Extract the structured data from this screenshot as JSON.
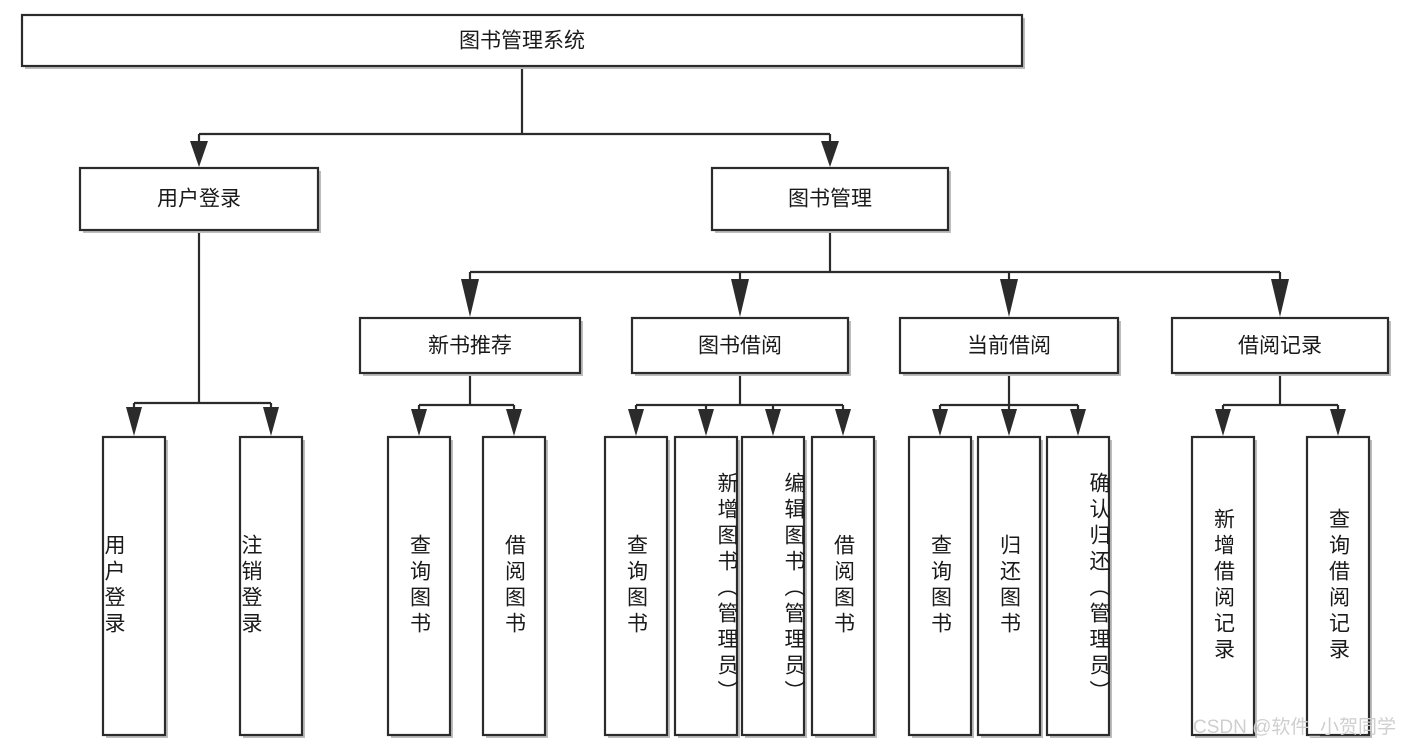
{
  "diagram": {
    "type": "tree",
    "title": "图书管理系统",
    "root": {
      "id": "root",
      "label": "图书管理系统"
    },
    "level2": [
      {
        "id": "user-login",
        "label": "用户登录"
      },
      {
        "id": "book-manage",
        "label": "图书管理"
      }
    ],
    "level3": [
      {
        "id": "new-book-recommend",
        "label": "新书推荐"
      },
      {
        "id": "book-borrow",
        "label": "图书借阅"
      },
      {
        "id": "current-borrow",
        "label": "当前借阅"
      },
      {
        "id": "borrow-record",
        "label": "借阅记录"
      }
    ],
    "leaves": [
      {
        "id": "leaf-user-login",
        "label": "用户登录",
        "parent": "user-login"
      },
      {
        "id": "leaf-logout-login",
        "label": "注销登录",
        "parent": "user-login"
      },
      {
        "id": "leaf-query-book-1",
        "label": "查询图书",
        "parent": "new-book-recommend"
      },
      {
        "id": "leaf-borrow-book-1",
        "label": "借阅图书",
        "parent": "new-book-recommend"
      },
      {
        "id": "leaf-query-book-2",
        "label": "查询图书",
        "parent": "book-borrow"
      },
      {
        "id": "leaf-add-book",
        "label": "新增图书（管理员）",
        "parent": "book-borrow"
      },
      {
        "id": "leaf-edit-book",
        "label": "编辑图书（管理员）",
        "parent": "book-borrow"
      },
      {
        "id": "leaf-borrow-book-2",
        "label": "借阅图书",
        "parent": "book-borrow"
      },
      {
        "id": "leaf-query-book-3",
        "label": "查询图书",
        "parent": "current-borrow"
      },
      {
        "id": "leaf-return-book",
        "label": "归还图书",
        "parent": "current-borrow"
      },
      {
        "id": "leaf-confirm-return",
        "label": "确认归还（管理员）",
        "parent": "current-borrow"
      },
      {
        "id": "leaf-add-record",
        "label": "新增借阅记录",
        "parent": "borrow-record"
      },
      {
        "id": "leaf-query-record",
        "label": "查询借阅记录",
        "parent": "borrow-record"
      }
    ],
    "colors": {
      "box_stroke": "#2b2b2b",
      "box_fill": "#ffffff",
      "connector": "#2b2b2b",
      "text": "#1a1a1a",
      "watermark": "#cfcfcf",
      "background": "#ffffff"
    }
  },
  "watermark": {
    "text": "CSDN @软件_小贺同学"
  }
}
